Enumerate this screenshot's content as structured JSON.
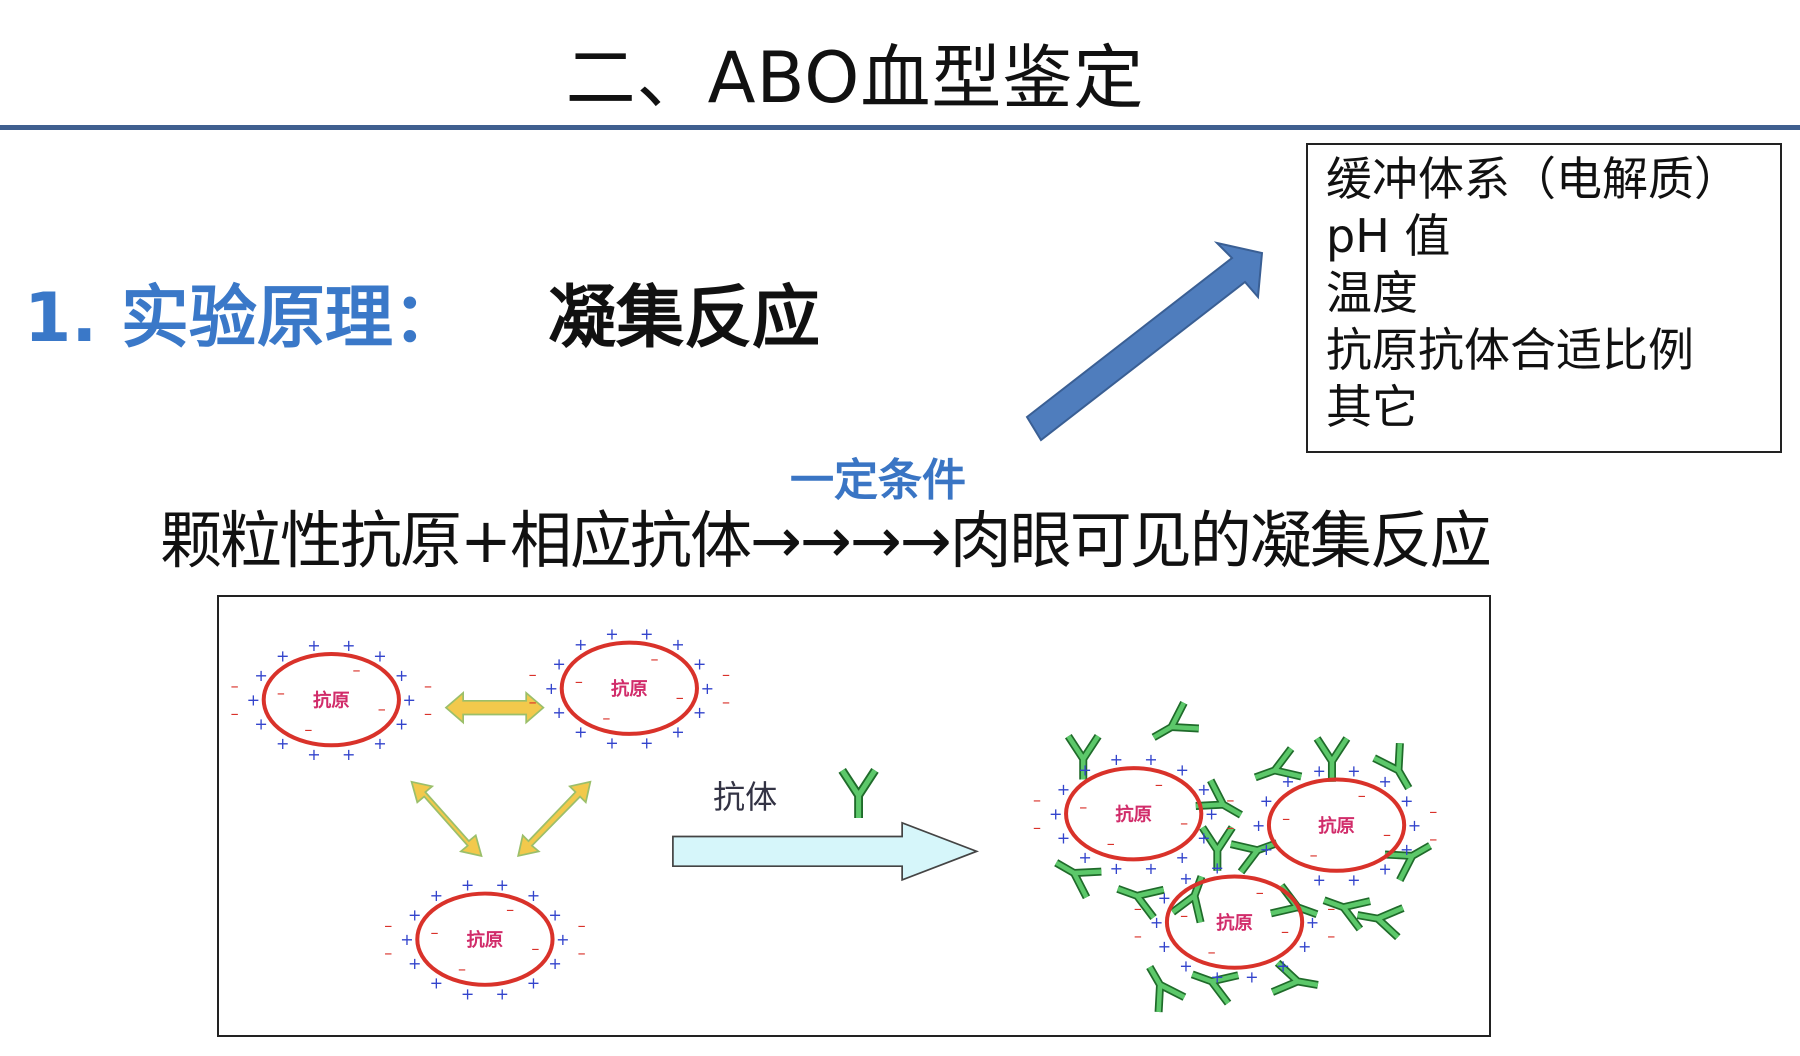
{
  "title": "二、ABO血型鉴定",
  "principle": {
    "label": "1. 实验原理：",
    "value": "凝集反应"
  },
  "conditions": {
    "items": [
      "缓冲体系（电解质）",
      "pH 值",
      "温度",
      "抗原抗体合适比例",
      "其它"
    ]
  },
  "condition_label": "一定条件",
  "equation": "颗粒性抗原+相应抗体→→→→肉眼可见的凝集反应",
  "diagram": {
    "antigen_label": "抗原",
    "antibody_label": "抗体"
  },
  "colors": {
    "accent_blue": "#3a78c8",
    "rule": "#3f5f8f",
    "arrow_blue": "#4f7dbd",
    "cell_red": "#d9322a",
    "antibody_green": "#3aa84a",
    "yellow_arrow": "#f2c94c",
    "flow_arrow": "#d6f6fa"
  }
}
